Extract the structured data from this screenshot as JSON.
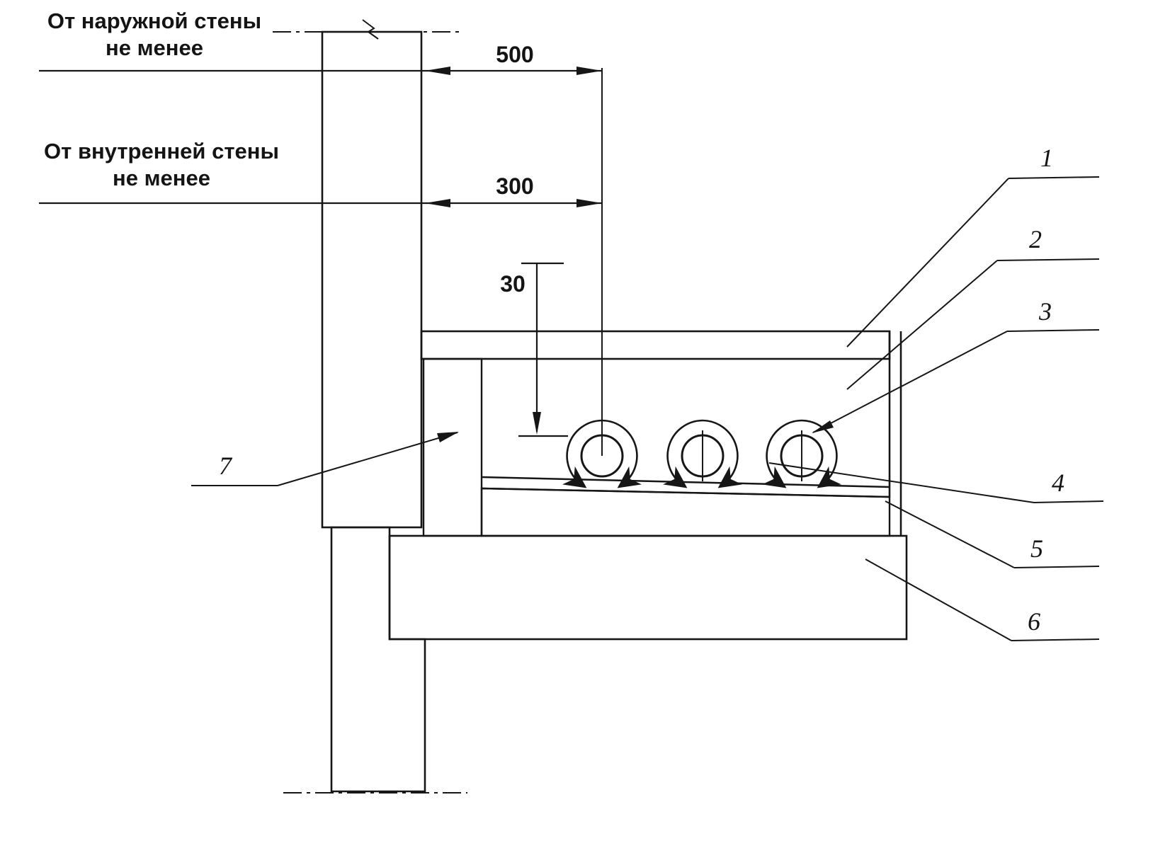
{
  "diagram": {
    "title_semantic": "floor-heating-edge-detail-section",
    "colors": {
      "ink": "#161616",
      "background": "#ffffff"
    },
    "texts": {
      "outer_wall_line1": "От наружной стены",
      "outer_wall_line2": "не менее",
      "inner_wall_line1": "От внутренней стены",
      "inner_wall_line2": "не менее"
    },
    "dimensions": {
      "from_outer_wall": "500",
      "from_inner_wall": "300",
      "gap_above_pipes": "30"
    },
    "callouts": {
      "c1": "1",
      "c2": "2",
      "c3": "3",
      "c4": "4",
      "c5": "5",
      "c6": "6",
      "c7": "7"
    }
  }
}
